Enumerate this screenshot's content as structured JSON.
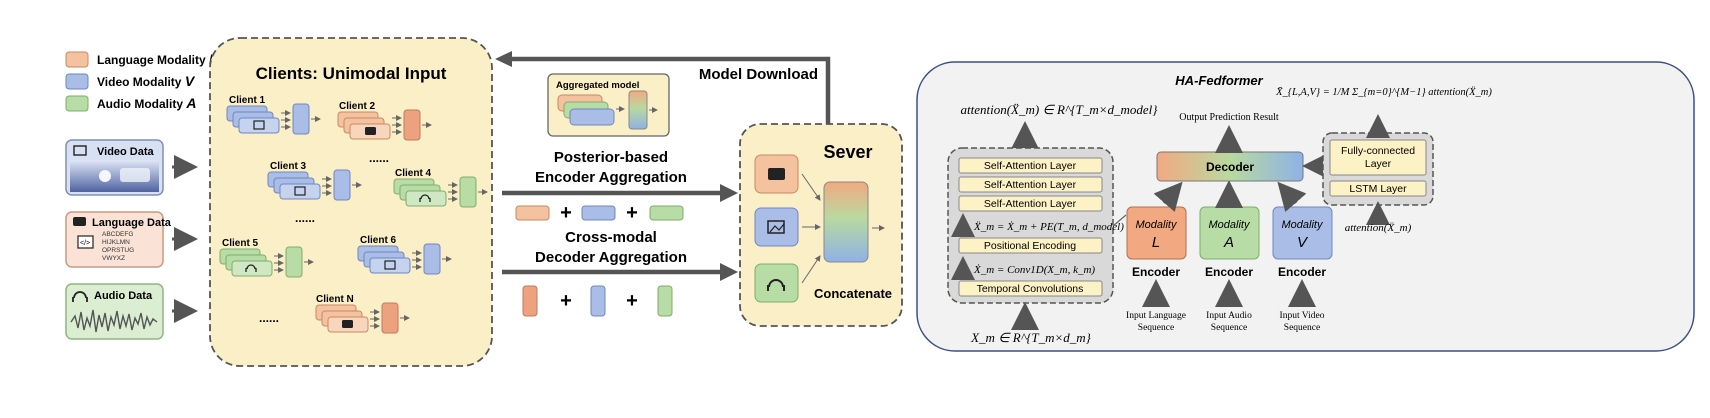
{
  "legend": [
    {
      "label": "Language Modality",
      "symbol": "L",
      "color": "#f4c29f"
    },
    {
      "label": "Video Modality",
      "symbol": "V",
      "color": "#a9bde6"
    },
    {
      "label": "Audio Modality",
      "symbol": "A",
      "color": "#b7dca5"
    }
  ],
  "inputs": {
    "video": "Video Data",
    "language": "Language Data",
    "language_sample": [
      "ABCDEFG",
      "HIJKLMN",
      "OPRSTUG",
      "VWYXZ"
    ],
    "audio": "Audio Data"
  },
  "clients": {
    "title": "Clients: Unimodal Input",
    "items": [
      "Client 1",
      "Client 2",
      "Client 3",
      "Client 4",
      "Client 5",
      "Client 6",
      "Client N"
    ],
    "ellipsis": "......"
  },
  "middle": {
    "aggregated_model": "Aggregated model",
    "model_download": "Model Download",
    "posterior_line1": "Posterior-based",
    "posterior_line2": "Encoder Aggregation",
    "crossmodal_line1": "Cross-modal",
    "crossmodal_line2": "Decoder Aggregation",
    "plus": "+"
  },
  "server": {
    "title": "Sever",
    "concatenate": "Concatenate"
  },
  "fedformer": {
    "title": "HA-Fedformer",
    "attention_out": "attention(Ẍ_m) ∈ R^{T_m×d_model}",
    "layers": [
      "Self-Attention Layer",
      "Self-Attention Layer",
      "Self-Attention Layer"
    ],
    "eq1": "Ẍ_m = Ẋ_m + PE(T_m, d_model)",
    "positional": "Positional Encoding",
    "eq2": "Ẋ_m = Conv1D(X_m, k_m)",
    "temporal": "Temporal Convolutions",
    "input_eq": "X_m ∈ R^{T_m×d_m}",
    "modalities": [
      {
        "label": "Modality",
        "symbol": "L",
        "encoder": "Encoder",
        "input_line1": "Input Language",
        "input_line2": "Sequence"
      },
      {
        "label": "Modality",
        "symbol": "A",
        "encoder": "Encoder",
        "input_line1": "Input Audio",
        "input_line2": "Sequence"
      },
      {
        "label": "Modality",
        "symbol": "V",
        "encoder": "Encoder",
        "input_line1": "Input Video",
        "input_line2": "Sequence"
      }
    ],
    "decoder": "Decoder",
    "output": "Output Prediction Result",
    "fc_line1": "Fully-connected",
    "fc_line2": "Layer",
    "lstm": "LSTM Layer",
    "attention_in": "attention(Ẍ_m)",
    "formula": "X̄_{L,A,V} = 1/M Σ_{m=0}^{M−1} attention(Ẍ_m)"
  }
}
